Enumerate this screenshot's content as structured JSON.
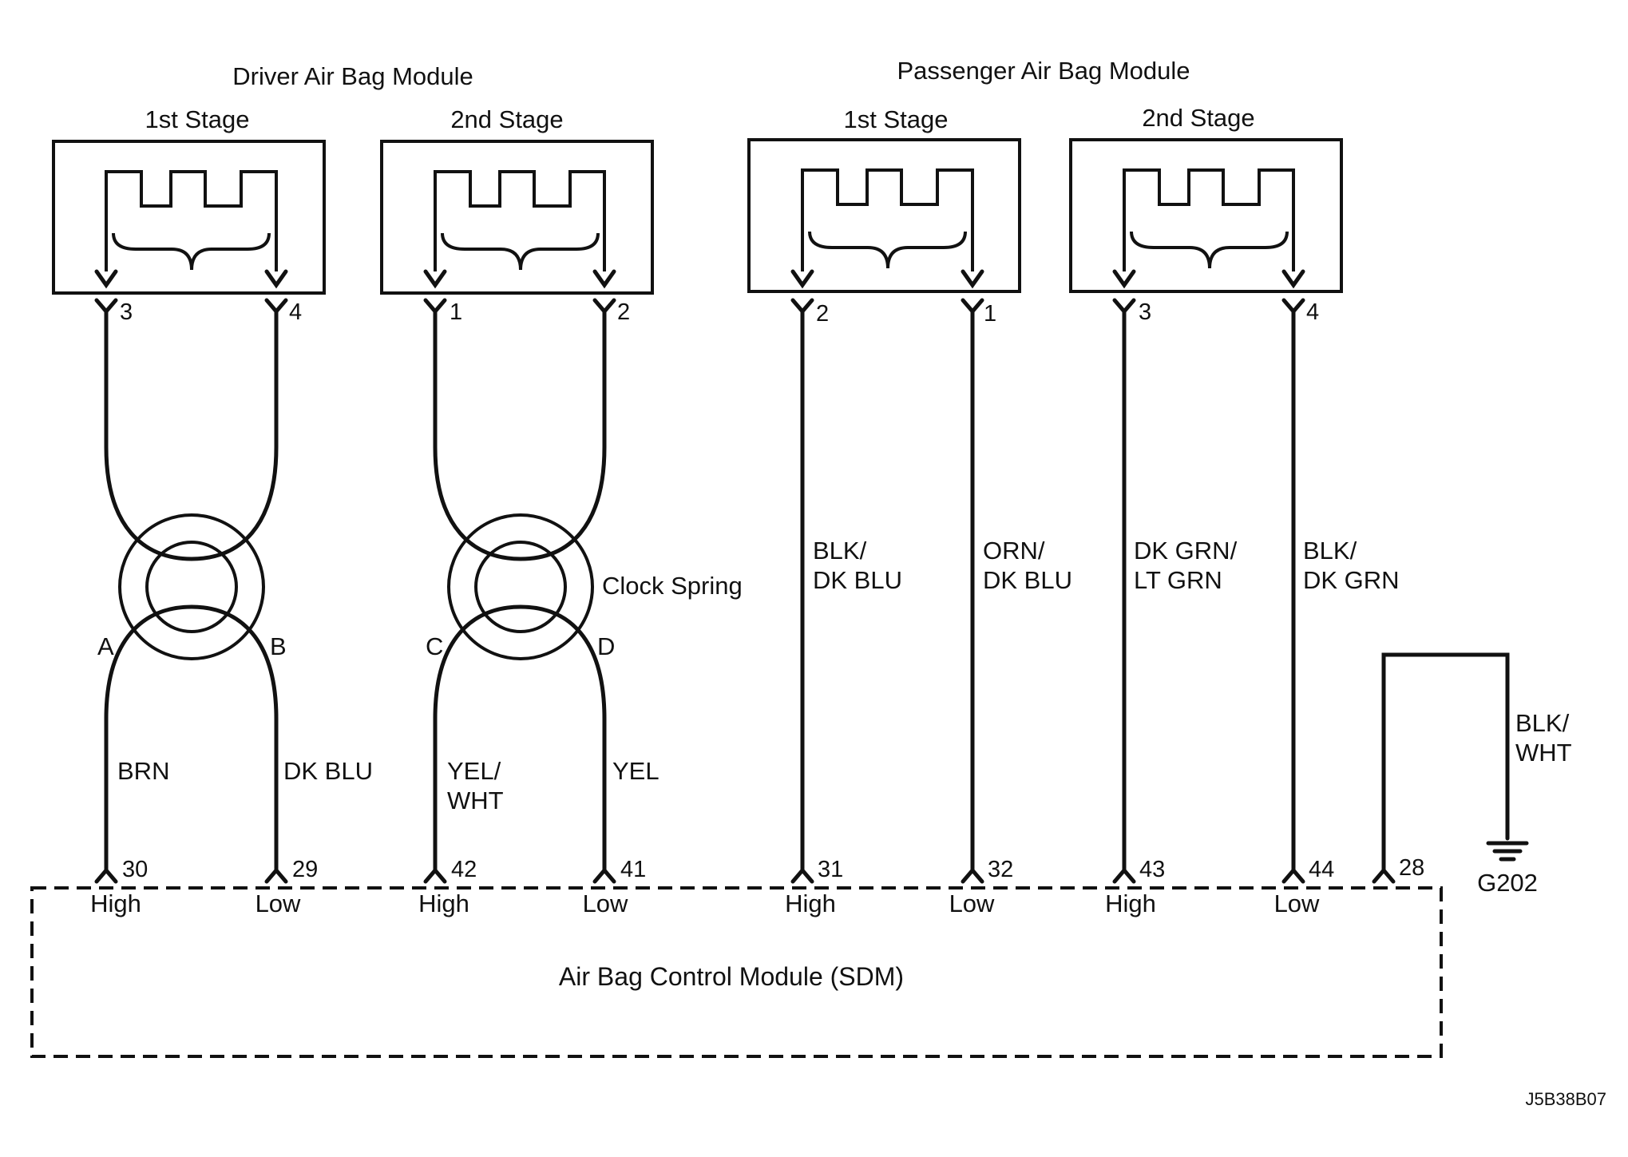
{
  "driver_module": {
    "title": "Driver Air Bag Module",
    "stage1": {
      "label": "1st Stage",
      "pin_left": "3",
      "pin_right": "4"
    },
    "stage2": {
      "label": "2nd Stage",
      "pin_left": "1",
      "pin_right": "2"
    }
  },
  "passenger_module": {
    "title": "Passenger Air Bag Module",
    "stage1": {
      "label": "1st Stage",
      "pin_left": "2",
      "pin_right": "1"
    },
    "stage2": {
      "label": "2nd Stage",
      "pin_left": "3",
      "pin_right": "4"
    }
  },
  "clock_spring": {
    "label": "Clock Spring",
    "terminals": [
      "A",
      "B",
      "C",
      "D"
    ]
  },
  "wires": [
    {
      "color": "BRN",
      "color2": "",
      "sdm_pin": "30",
      "level": "High"
    },
    {
      "color": "DK BLU",
      "color2": "",
      "sdm_pin": "29",
      "level": "Low"
    },
    {
      "color": "YEL/",
      "color2": "WHT",
      "sdm_pin": "42",
      "level": "High"
    },
    {
      "color": "YEL",
      "color2": "",
      "sdm_pin": "41",
      "level": "Low"
    },
    {
      "color": "BLK/",
      "color2": "DK BLU",
      "sdm_pin": "31",
      "level": "High"
    },
    {
      "color": "ORN/",
      "color2": "DK BLU",
      "sdm_pin": "32",
      "level": "Low"
    },
    {
      "color": "DK GRN/",
      "color2": "LT GRN",
      "sdm_pin": "43",
      "level": "High"
    },
    {
      "color": "BLK/",
      "color2": "DK GRN",
      "sdm_pin": "44",
      "level": "Low"
    }
  ],
  "ground": {
    "color": "BLK/",
    "color2": "WHT",
    "sdm_pin": "28",
    "ground_label": "G202"
  },
  "sdm": {
    "label": "Air Bag Control Module (SDM)"
  },
  "figure_code": "J5B38B07"
}
